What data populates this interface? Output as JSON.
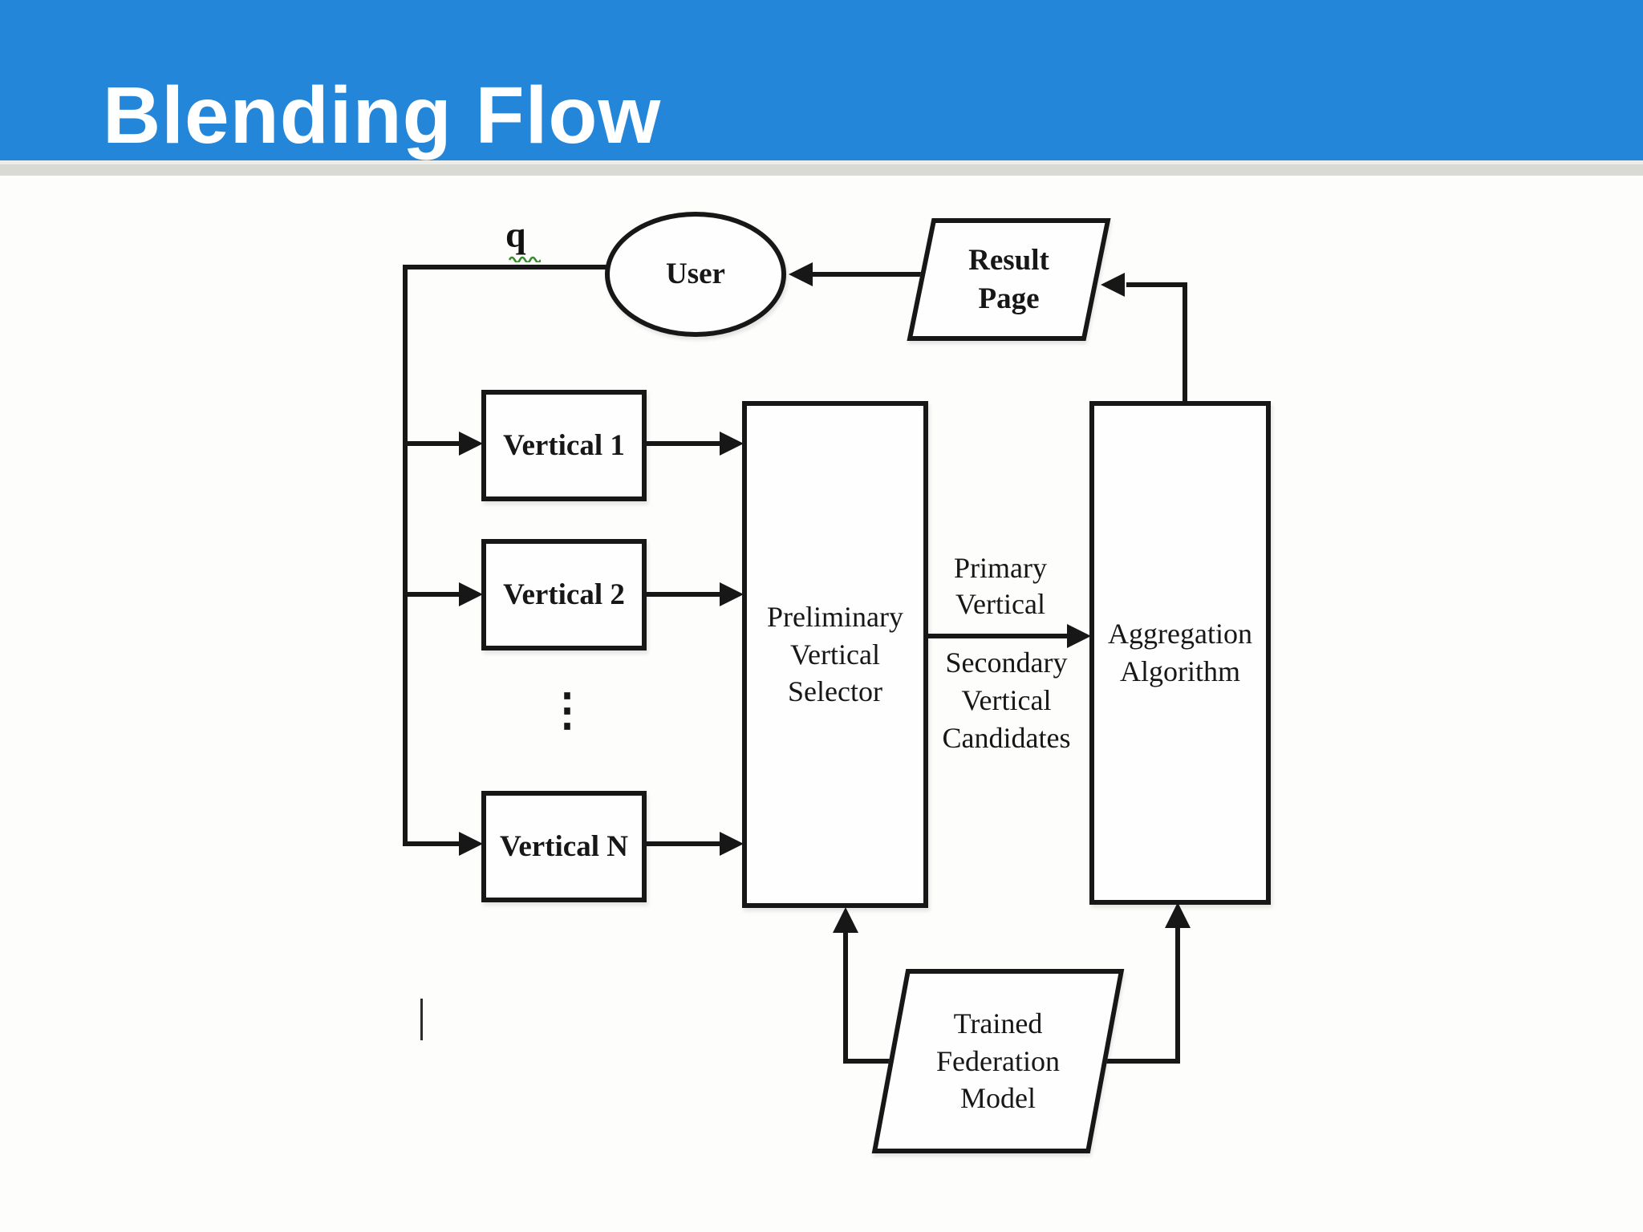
{
  "header": {
    "title": "Blending Flow"
  },
  "colors": {
    "header_blue": "#2486d8",
    "divider_gray": "#d9dad4",
    "line_black": "#171717",
    "squiggle_green": "#3a8a2f"
  },
  "diagram": {
    "query_label": "q",
    "user": "User",
    "result_page": "Result\nPage",
    "vertical_1": "Vertical 1",
    "vertical_2": "Vertical 2",
    "vertical_ellipsis": "⋮",
    "vertical_n": "Vertical N",
    "preliminary_selector": "Preliminary\nVertical\nSelector",
    "primary_arrow_label": "Primary\nVertical",
    "secondary_arrow_label": "Secondary\nVertical\nCandidates",
    "aggregation": "Aggregation\nAlgorithm",
    "trained_model": "Trained\nFederation\nModel"
  }
}
